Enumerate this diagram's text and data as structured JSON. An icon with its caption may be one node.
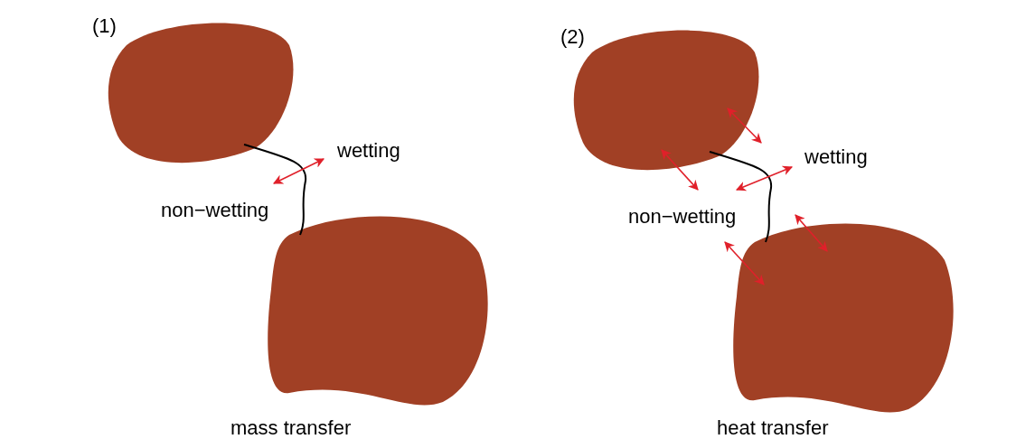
{
  "diagram": {
    "labels": [
      "(1)",
      "wetting",
      "non−wetting",
      "mass transfer",
      "(2)",
      "wetting",
      "non−wetting",
      "heat transfer"
    ]
  }
}
